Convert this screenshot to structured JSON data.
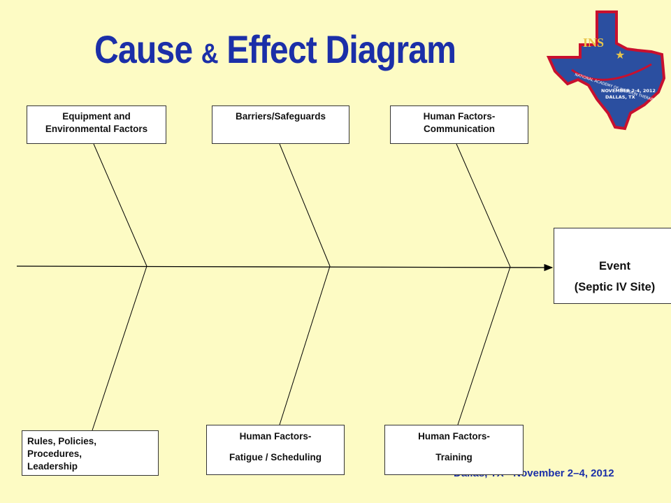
{
  "title": {
    "part1": "Cause ",
    "amp": "&",
    "part2": " Effect Diagram"
  },
  "causes_top": [
    {
      "line1": "Equipment and",
      "line2": "Environmental Factors"
    },
    {
      "line1": "Barriers/Safeguards"
    },
    {
      "line1": "Human Factors-",
      "line2": "Communication"
    }
  ],
  "causes_bottom": [
    {
      "line1": "Rules, Policies,",
      "line2": "Procedures,",
      "line3": "Leadership"
    },
    {
      "line1": "Human Factors-",
      "line2": "Fatigue / Scheduling"
    },
    {
      "line1": "Human Factors-",
      "line2": "Training"
    }
  ],
  "effect": {
    "line1": "Event",
    "line2": "(Septic IV Site)"
  },
  "footer": "Dallas, TX • November 2–4, 2012",
  "logo": {
    "abbr": "INS",
    "arc_text": "NATIONAL ACADEMY OF INFUSION THERAPY",
    "date": "NOVEMBER 2-4, 2012",
    "city": "DALLAS, TX",
    "colors": {
      "fill": "#2b4fa0",
      "outline": "#c8102e",
      "text": "#e8c54a"
    }
  }
}
